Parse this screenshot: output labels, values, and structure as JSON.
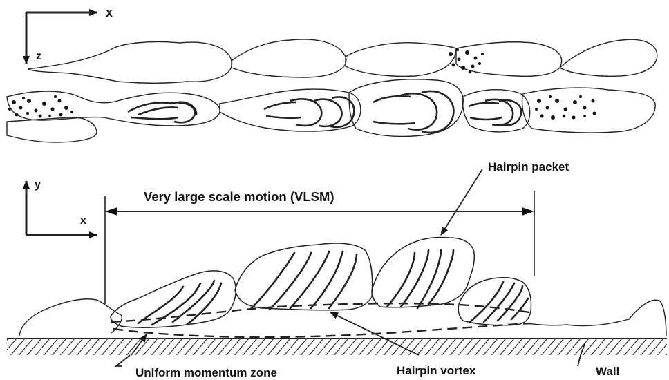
{
  "top_view": {
    "axis_x_label": "x",
    "axis_z_label": "z"
  },
  "side_view": {
    "axis_y_label": "y",
    "axis_x_label": "x",
    "vlsm_label": "Very large scale motion (VLSM)",
    "hairpin_packet_label": "Hairpin packet",
    "hairpin_vortex_label": "Hairpin vortex",
    "uniform_momentum_zone_label": "Uniform momentum zone",
    "wall_label": "Wall"
  },
  "colors": {
    "line": "#222222",
    "background": "#ffffff"
  }
}
